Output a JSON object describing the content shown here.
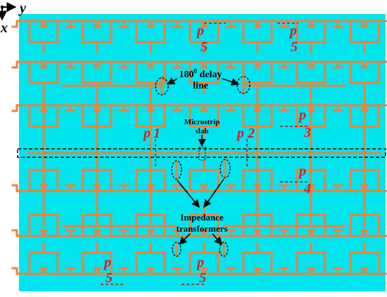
{
  "axes": {
    "x": "x",
    "y": "y"
  },
  "colors": {
    "substrate": "#00E5EE",
    "trace": "#F0803C",
    "label_red": "#D42020",
    "annotation": "#000000"
  },
  "annotations": {
    "delay_line": [
      "180",
      "0",
      " delay",
      "line"
    ],
    "microstrip": [
      "Microstrip",
      "slab"
    ],
    "impedance": [
      "Impedance",
      "transformers"
    ]
  },
  "ports": [
    {
      "id": "p1",
      "letter": "p",
      "number": "1"
    },
    {
      "id": "p2",
      "letter": "p",
      "number": "2"
    },
    {
      "id": "p3",
      "letter": "p",
      "number": "3"
    },
    {
      "id": "p4",
      "letter": "p",
      "number": "4"
    },
    {
      "id": "p5-top-left",
      "letter": "p",
      "number": "5"
    },
    {
      "id": "p5-top-right",
      "letter": "p",
      "number": "5"
    },
    {
      "id": "p5-bottom-left",
      "letter": "p",
      "number": "5"
    },
    {
      "id": "p5-bottom-right",
      "letter": "p",
      "number": "5"
    }
  ]
}
